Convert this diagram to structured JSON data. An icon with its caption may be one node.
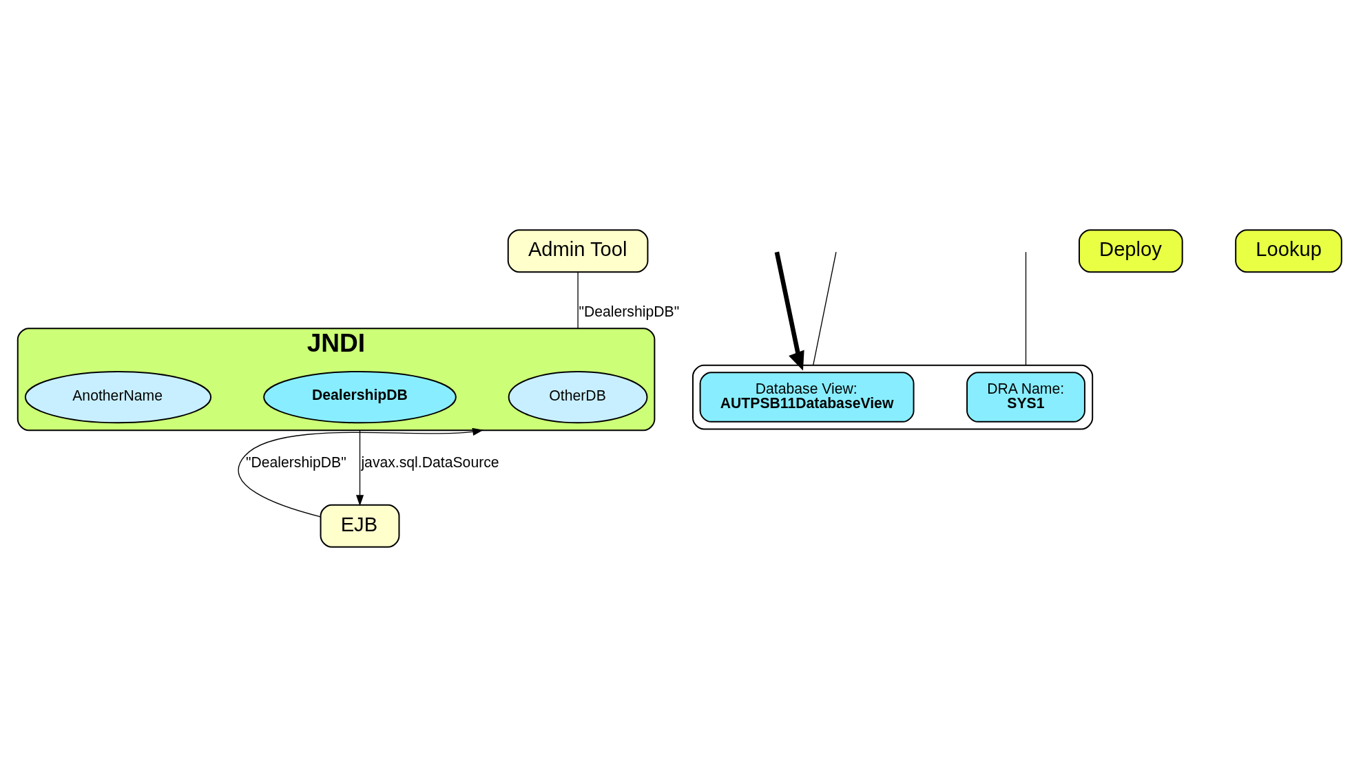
{
  "diagram": {
    "nodes": [
      {
        "text": [
          "JNDI"
        ]
      },
      {
        "text": [
          "OtherDB"
        ],
        "in": 0
      },
      {
        "text": [
          "DealershipDB"
        ],
        "in": 0
      },
      {
        "text": [
          "AnotherName"
        ],
        "in": 0
      },
      {
        "text": [
          "Deploy"
        ]
      },
      {
        "text": [
          "Lookup"
        ]
      },
      {
        "text": [
          "Admin Tool"
        ]
      },
      {
        "text": [],
        "shape": "ellipse"
      },
      {
        "text": [
          "DRA Name:",
          "SYS1"
        ],
        "in": 7
      },
      {
        "text": [
          "Database View:",
          "AUTPSB11DatabaseView"
        ],
        "in": 7
      },
      {
        "text": [
          "EJB"
        ]
      }
    ],
    "edges": [
      {
        "from": 6,
        "to": 0,
        "arrow": "none",
        "label": "\"DealershipDB\""
      },
      {
        "from": null,
        "to": 7,
        "arrow": "none"
      },
      {
        "from": null,
        "to": 7,
        "arrow": "none"
      },
      {
        "from": 10,
        "to": 0,
        "arrow": "to",
        "label": "\"DealershipDB\""
      },
      {
        "from": 0,
        "to": 10,
        "arrow": "to",
        "label": "javax.sql.DataSource"
      },
      {
        "from": null,
        "to": 7,
        "arrow": "to",
        "style": "thick"
      }
    ]
  }
}
